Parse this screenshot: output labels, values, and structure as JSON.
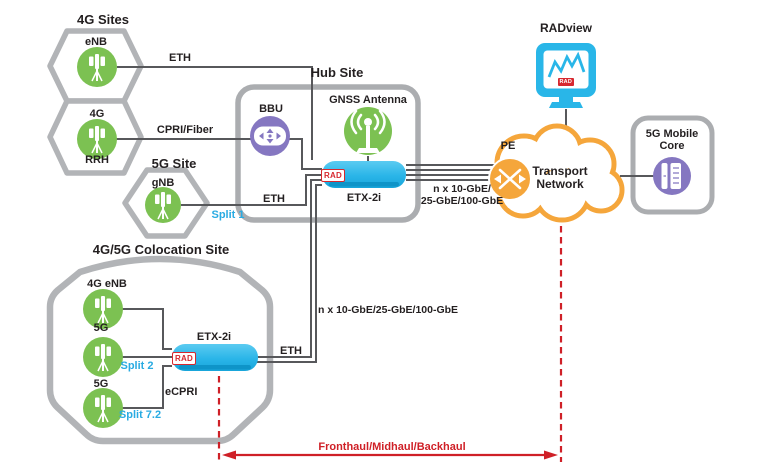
{
  "sites": {
    "four_g": {
      "title": "4G Sites",
      "enb_label": "eNB",
      "rrh_top_label": "4G",
      "rrh_label": "RRH"
    },
    "five_g": {
      "title": "5G Site",
      "gnb_label": "gNB"
    },
    "hub": {
      "title": "Hub Site",
      "bbu_label": "BBU",
      "gnss_label": "GNSS Antenna",
      "device_label": "ETX-2i",
      "device_logo": "RAD",
      "eth_label": "ETH"
    },
    "colocation": {
      "title": "4G/5G Colocation Site",
      "enb_label": "4G eNB",
      "nr_mid_label": "5G",
      "nr_low_label": "5G",
      "device_label": "ETX-2i",
      "device_logo": "RAD",
      "eth_label": "ETH"
    }
  },
  "links": {
    "eth": "ETH",
    "cpri": "CPRI/Fiber",
    "split1": "Split 1",
    "split2": "Split 2",
    "split72": "Split 7.2",
    "ecpri": "eCPRI",
    "hub_uplink": "n x 10-GbE/\n25-GbE/100-GbE",
    "colo_uplink": "n x 10-GbE/25-GbE/100-GbE",
    "haul": "Fronthaul/Midhaul/Backhaul"
  },
  "management": {
    "radview_label": "RADview",
    "radview_logo": "RAD"
  },
  "transport": {
    "pe_label": "PE",
    "cloud_label": "Transport\nNetwork"
  },
  "core": {
    "title": "5G Mobile\nCore"
  },
  "colors": {
    "green": "#7cc152",
    "purple": "#8577c1",
    "device_blue": "#29b4e6",
    "cloud_orange": "#f5a63b",
    "rad_red": "#d7282f",
    "split_cyan": "#29abe2",
    "line_gray": "#57585b",
    "border_gray": "#b2b4b7",
    "text_dark": "#231f20"
  }
}
